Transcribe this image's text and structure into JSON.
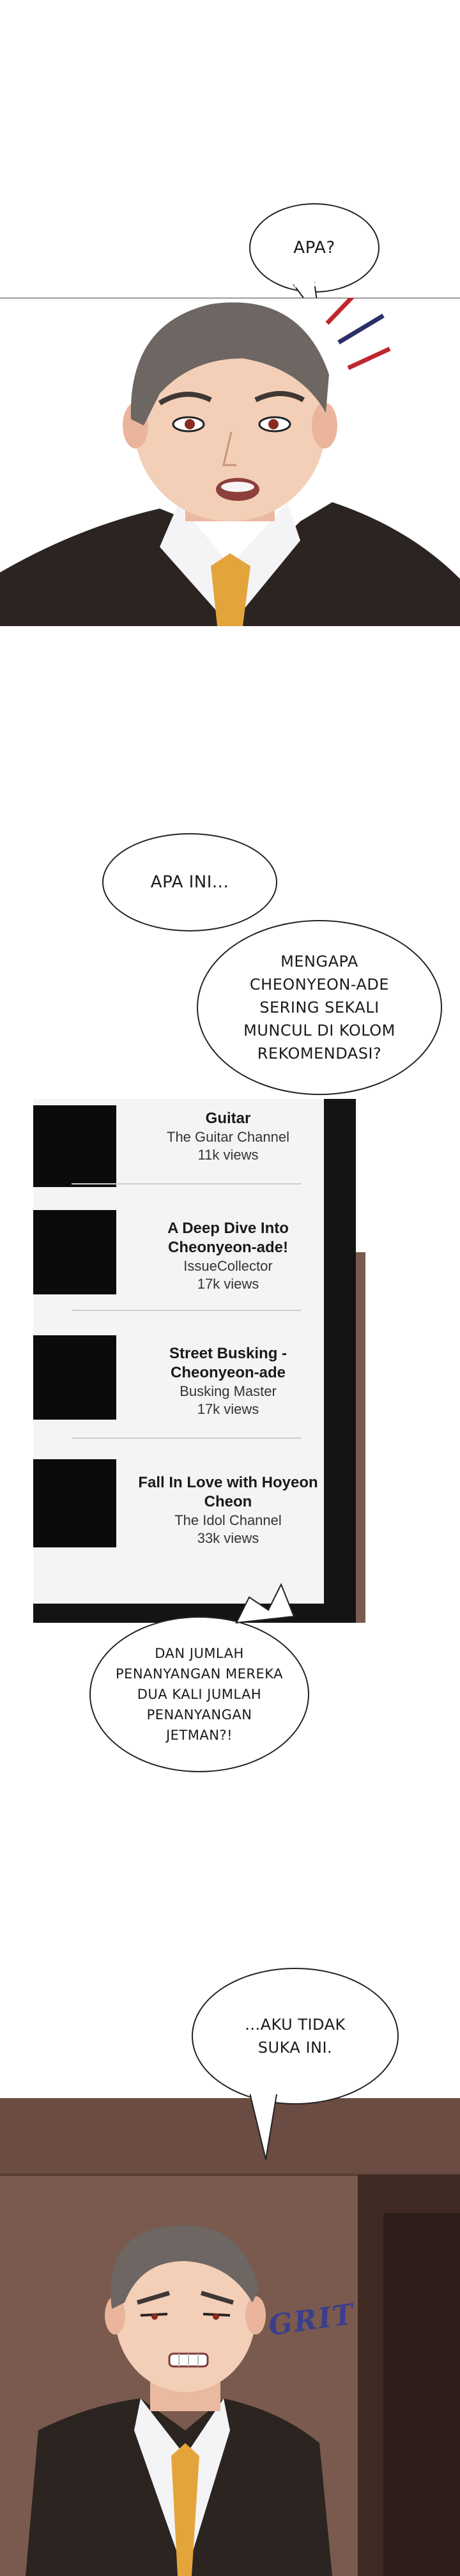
{
  "bubbles": {
    "apa": "APA?",
    "apa_ini": "APA INI...",
    "mengapa": "MENGAPA\nCHEONYEON-ADE\nSERING SEKALI\nMUNCUL DI KOLOM\nREKOMENDASI?",
    "dan_jumlah": "DAN JUMLAH\nPENANYANGAN MEREKA\nDUA KALI JUMLAH\nPENANYANGAN\nJETMAN?!",
    "aku_tidak": "...AKU TIDAK\nSUKA INI."
  },
  "sfx": {
    "grit": "GRIT"
  },
  "videos": [
    {
      "title": "Guitar",
      "channel": "The Guitar Channel",
      "views": "11k views"
    },
    {
      "title": "A Deep Dive Into Cheonyeon-ade!",
      "channel": "IssueCollector",
      "views": "17k views"
    },
    {
      "title": "Street Busking - Cheonyeon-ade",
      "channel": "Busking Master",
      "views": "17k views"
    },
    {
      "title": "Fall In Love with Hoyeon Cheon",
      "channel": "The Idol Channel",
      "views": "33k views"
    }
  ],
  "colors": {
    "suit": "#2b2421",
    "hair": "#6d6663",
    "skin": "#f3cfb7",
    "tie": "#e3a53b",
    "wall": "#7a5a4e",
    "sfx": "#3a3e8c",
    "anger_red": "#c0262e",
    "anger_navy": "#2a2f66"
  }
}
